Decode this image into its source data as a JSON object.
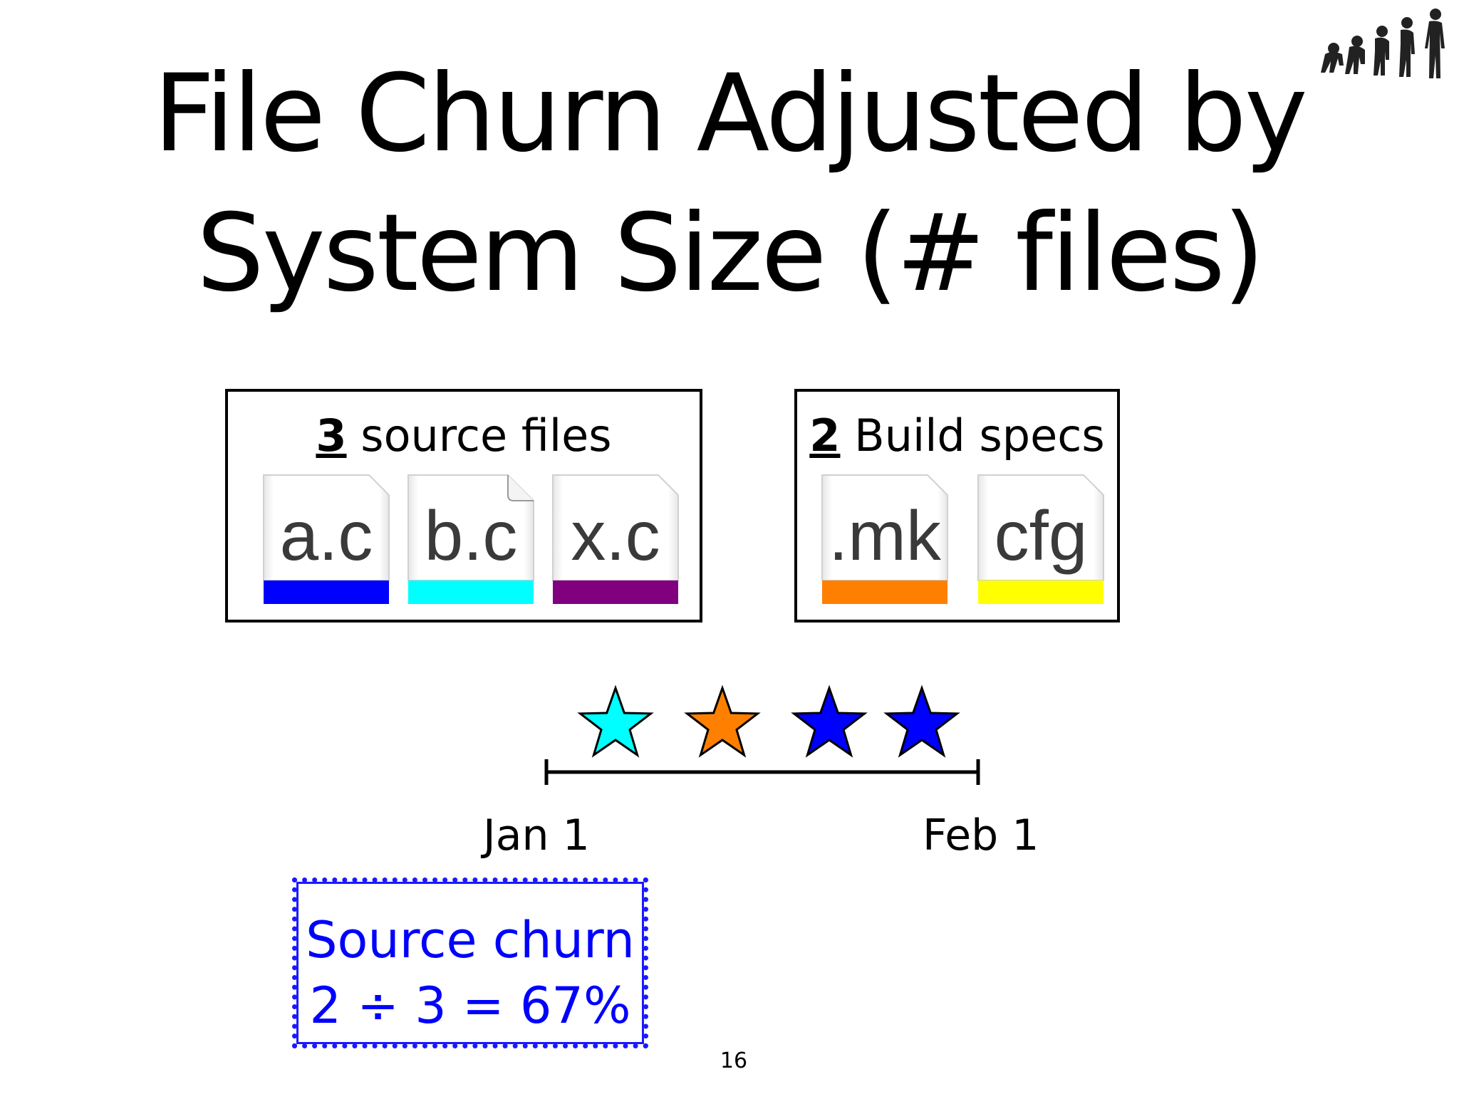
{
  "slide": {
    "title_line1": "File Churn Adjusted by",
    "title_line2": "System Size (# files)",
    "page_number": "16"
  },
  "logo": {
    "icon": "evolution-of-man-icon"
  },
  "source_group": {
    "count": "3",
    "caption": "source files",
    "files": [
      {
        "name": "a.c",
        "color": "#0000ff"
      },
      {
        "name": "b.c",
        "color": "#00ffff"
      },
      {
        "name": "x.c",
        "color": "#800080"
      }
    ]
  },
  "build_group": {
    "count": "2",
    "caption": "Build specs",
    "files": [
      {
        "name": ".mk",
        "color": "#ff8000"
      },
      {
        "name": "cfg",
        "color": "#ffff00"
      }
    ]
  },
  "timeline": {
    "start_label": "Jan 1",
    "end_label": "Feb 1",
    "stars": [
      {
        "color": "#00ffff"
      },
      {
        "color": "#ff8000"
      },
      {
        "color": "#0000ff"
      },
      {
        "color": "#0000ff"
      }
    ]
  },
  "churn": {
    "heading": "Source churn",
    "formula": "2 ÷ 3 = 67%",
    "color": "#0000ff"
  }
}
